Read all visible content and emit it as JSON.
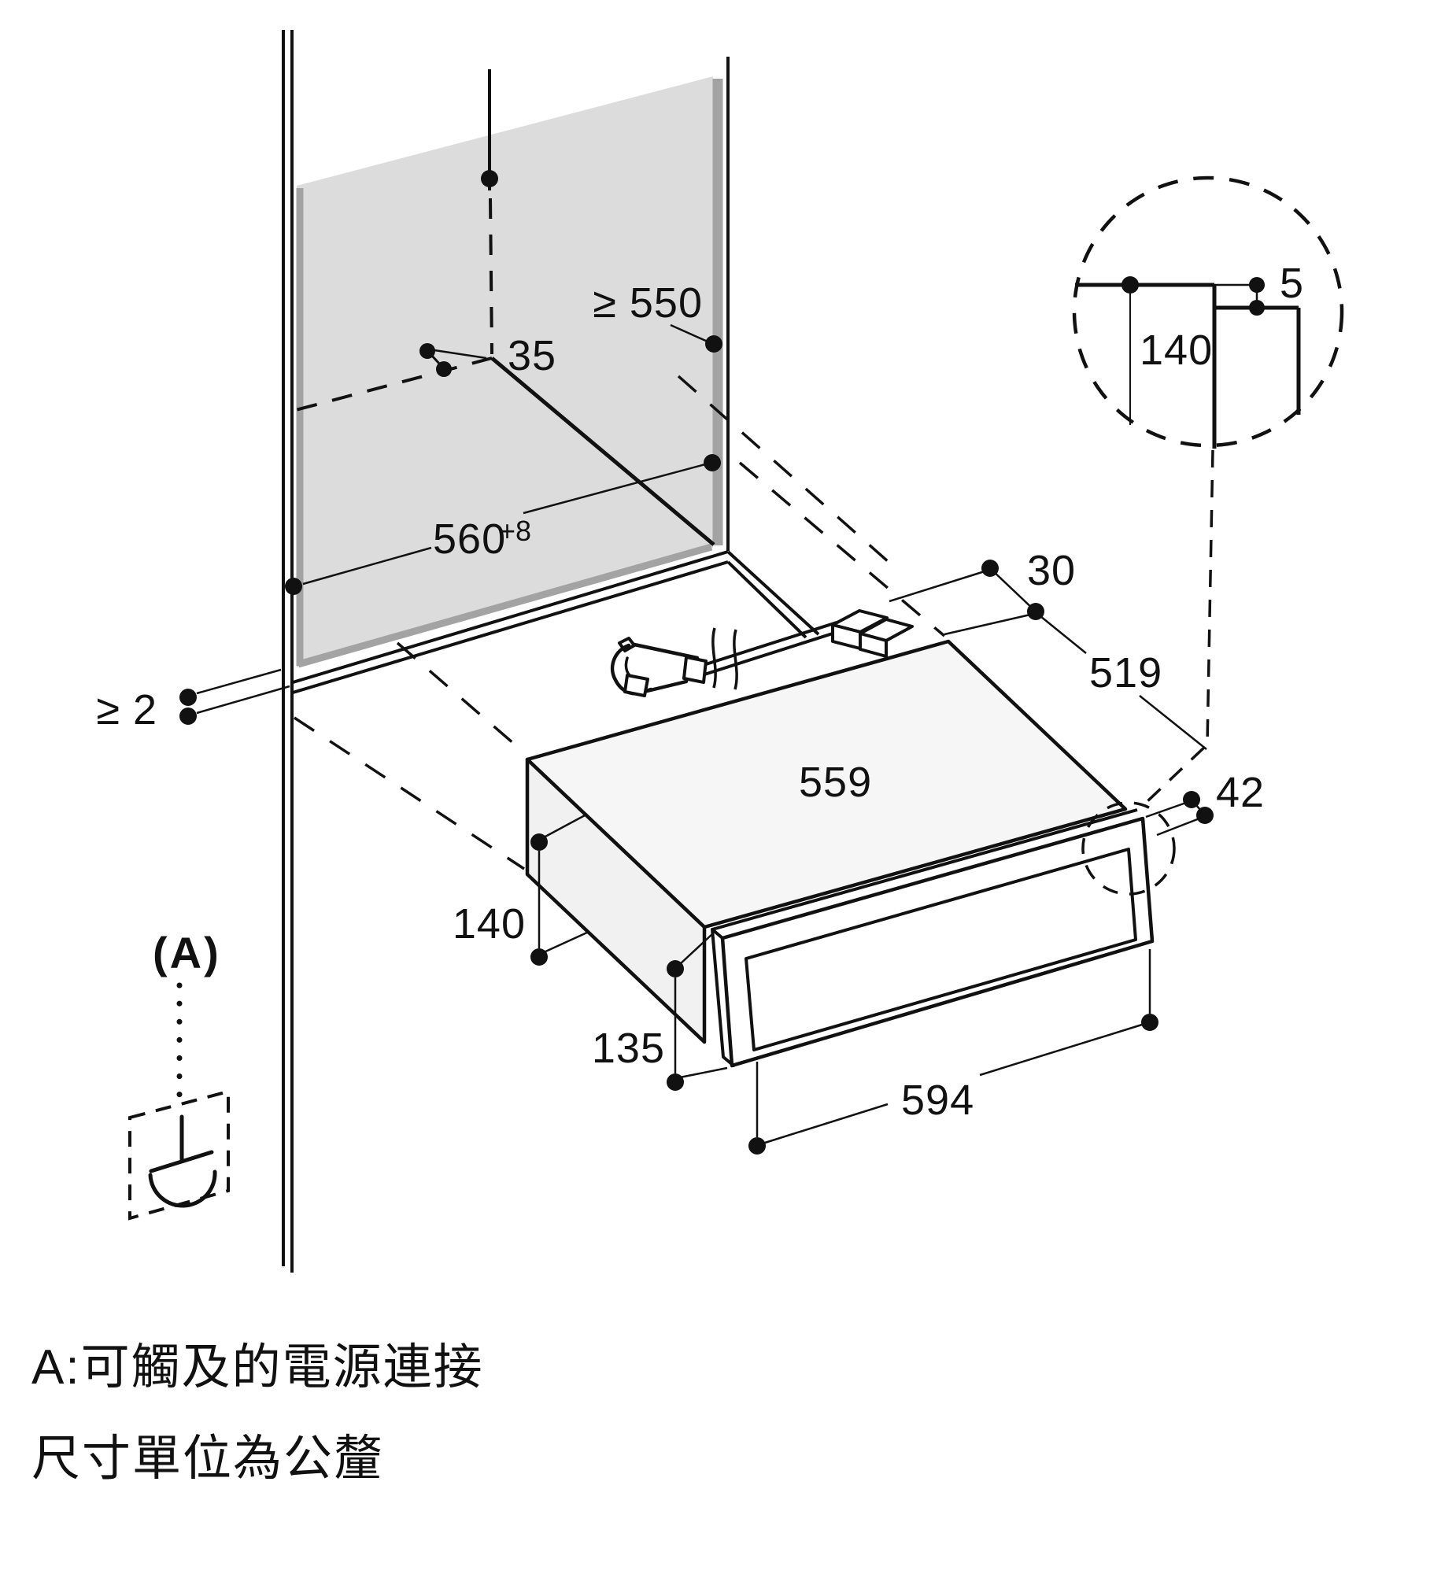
{
  "diagram": {
    "dims": {
      "min_depth": "≥ 550",
      "corner_offset": "35",
      "niche_width": "560",
      "niche_width_tolerance": "+8",
      "side_clearance": "≥ 2",
      "rear_offset": "30",
      "appliance_depth": "519",
      "appliance_width": "559",
      "panel_overhang": "42",
      "appliance_height": "140",
      "front_height": "135",
      "front_width": "594",
      "detail_gap": "5",
      "detail_height": "140"
    },
    "legend_marker": "(A)",
    "notes": {
      "line1": "A:可觸及的電源連接",
      "line2": "尺寸單位為公釐"
    },
    "colors": {
      "line": "#111111",
      "panel_fill": "#dcdcdc",
      "panel_edge": "#a3a3a3",
      "top_face_fill": "#f6f6f6",
      "side_face_fill": "#f1f1f1"
    }
  }
}
